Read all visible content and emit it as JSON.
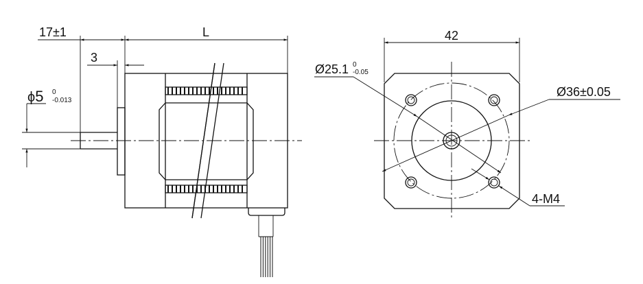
{
  "title": "Stepper motor dimension drawing",
  "side_view": {
    "shaft_length": "17±1",
    "body_length": "L",
    "boss_height": "3",
    "shaft_diameter": {
      "symbol": "ϕ",
      "nominal": "5",
      "upper": "0",
      "lower": "-0.013"
    }
  },
  "front_view": {
    "width": "42",
    "pilot_diameter": {
      "symbol": "Ø",
      "nominal": "25.1",
      "upper": "0",
      "lower": "-0.05"
    },
    "hole_circle": "Ø36±0.05",
    "mounting_holes": "4-M4"
  }
}
